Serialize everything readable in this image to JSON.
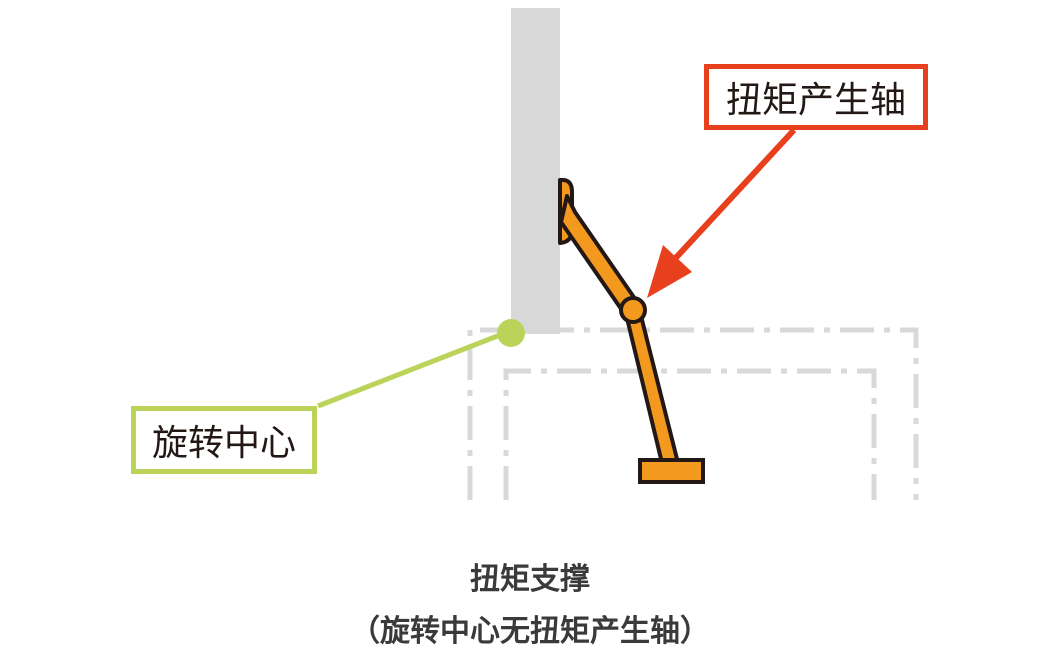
{
  "labels": {
    "torque_axis": "扭矩产生轴",
    "rotation_center": "旋转中心"
  },
  "caption": {
    "title": "扭矩支撑",
    "subtitle": "（旋转中心无扭矩产生轴）"
  },
  "colors": {
    "arm_orange": "#f39a1e",
    "outline": "#231815",
    "pointer_red": "#e8401d",
    "center_green": "#bcd35a",
    "wall_gray": "#d8d8d8",
    "dashed_gray": "#d9d9d9"
  }
}
